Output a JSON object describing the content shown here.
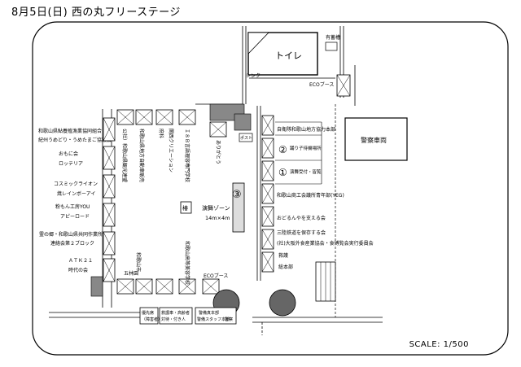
{
  "title": "8月5日(日) 西の丸フリーステージ",
  "scale": "SCALE:    1/500",
  "facilities": {
    "toilet": "トイレ",
    "sink": "シンク",
    "storage": "有蓄槽",
    "eco_top": "ECOブース",
    "eco_bottom": "ECOブース",
    "police_car": "警察車両",
    "post": "ポスト",
    "stage_name": "演舞ゾーン",
    "stage_size": "14m×4m",
    "stage_number": "③",
    "center_mark": "椿"
  },
  "left_booths": [
    "和歌山県鮎養殖漁業協同組合",
    "紀州うめどり・うめたまご協議会",
    "おもに会",
    "ロッテリア",
    "コスミックライオン",
    "焼レインボーアイ",
    "粉もん工房YOU",
    "アピーロード",
    "霊の郷・和歌山県共同作業所",
    "連絡会第２ブロック",
    "ＡＴＫ２１",
    "時代の会"
  ],
  "vertical_booths": [
    "公社）和歌山県観光連盟",
    "和歌山県地方自動車販売",
    "府科",
    "関西クリエーション",
    "Ｉ８Ｂ言語理容専門学校",
    "ありがとう"
  ],
  "bottom_booths": {
    "gojoen": "五林園",
    "wakayama_city": "和歌山市",
    "wakayama_kouka": "和歌山高等美容学校"
  },
  "bottom_boxes": [
    "優先席",
    "（障害者）",
    "救護車・高齢者",
    "対待・付き人",
    "警備真本部",
    "警備スタッフ本部",
    "警察"
  ],
  "right_stations": {
    "station2_num": "②",
    "station2_label": "踊り子待機場所",
    "station1_num": "①",
    "station1_label": "演舞受付・皆覧"
  },
  "right_booths": [
    "自衛隊和歌山地方協力本部",
    "和歌山商工会議所青年部(YEG)",
    "おどるんやを支える会",
    "三陸鉄道を保存する会",
    "(社)大阪外食産業協会・食博覧会実行委員会",
    "救護",
    "総本部"
  ]
}
